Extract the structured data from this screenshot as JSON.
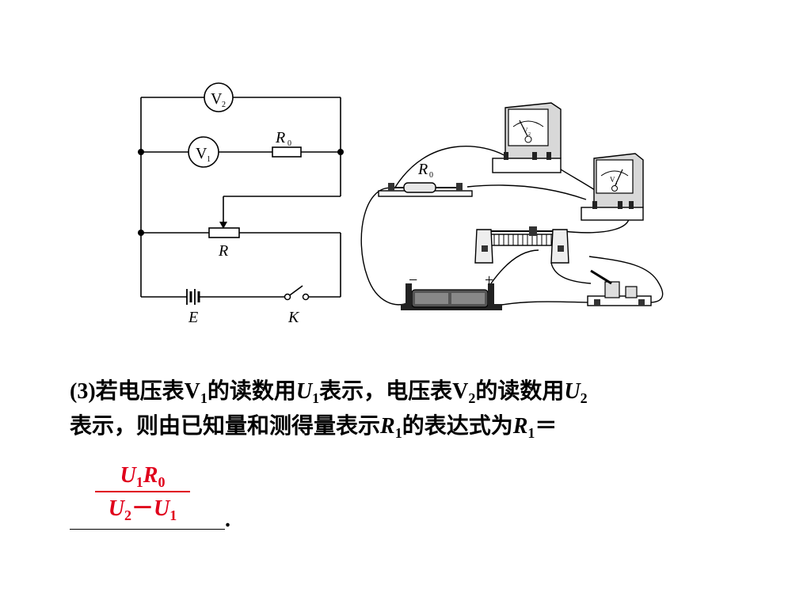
{
  "circuit": {
    "v2_symbol": "V",
    "v2_sub": "2",
    "v1_symbol": "V",
    "v1_sub": "1",
    "r0_symbol": "R",
    "r0_sub": "0",
    "r_label": "R",
    "e_label": "E",
    "k_label": "K"
  },
  "apparatus": {
    "r0_symbol": "R",
    "r0_sub": "0",
    "battery_minus": "−",
    "battery_plus": "+",
    "meter_v2_symbol": "V",
    "meter_v2_sub": "2",
    "meter_v1_symbol": "V",
    "meter_v1_sub": "1"
  },
  "question": {
    "l1_prefix": "(3)若电压表V",
    "l1_v1_sub": "1",
    "l1_mid1": "的读数用",
    "l1_u1": "U",
    "l1_u1_sub": "1",
    "l1_mid2": "表示，电压表V",
    "l1_v2_sub": "2",
    "l1_mid3": "的读数用",
    "l1_u2": "U",
    "l1_u2_sub": "2",
    "l2_prefix": "表示，则由已知量和测得量表示",
    "l2_r1": "R",
    "l2_r1_sub": "1",
    "l2_mid": "的表达式为",
    "l2_r1b": "R",
    "l2_r1b_sub": "1",
    "l2_eq": "＝"
  },
  "answer": {
    "num_u": "U",
    "num_u_sub": "1",
    "num_r": "R",
    "num_r_sub": "0",
    "den_u2": "U",
    "den_u2_sub": "2",
    "den_minus": "－",
    "den_u1": "U",
    "den_u1_sub": "1"
  },
  "period": "."
}
